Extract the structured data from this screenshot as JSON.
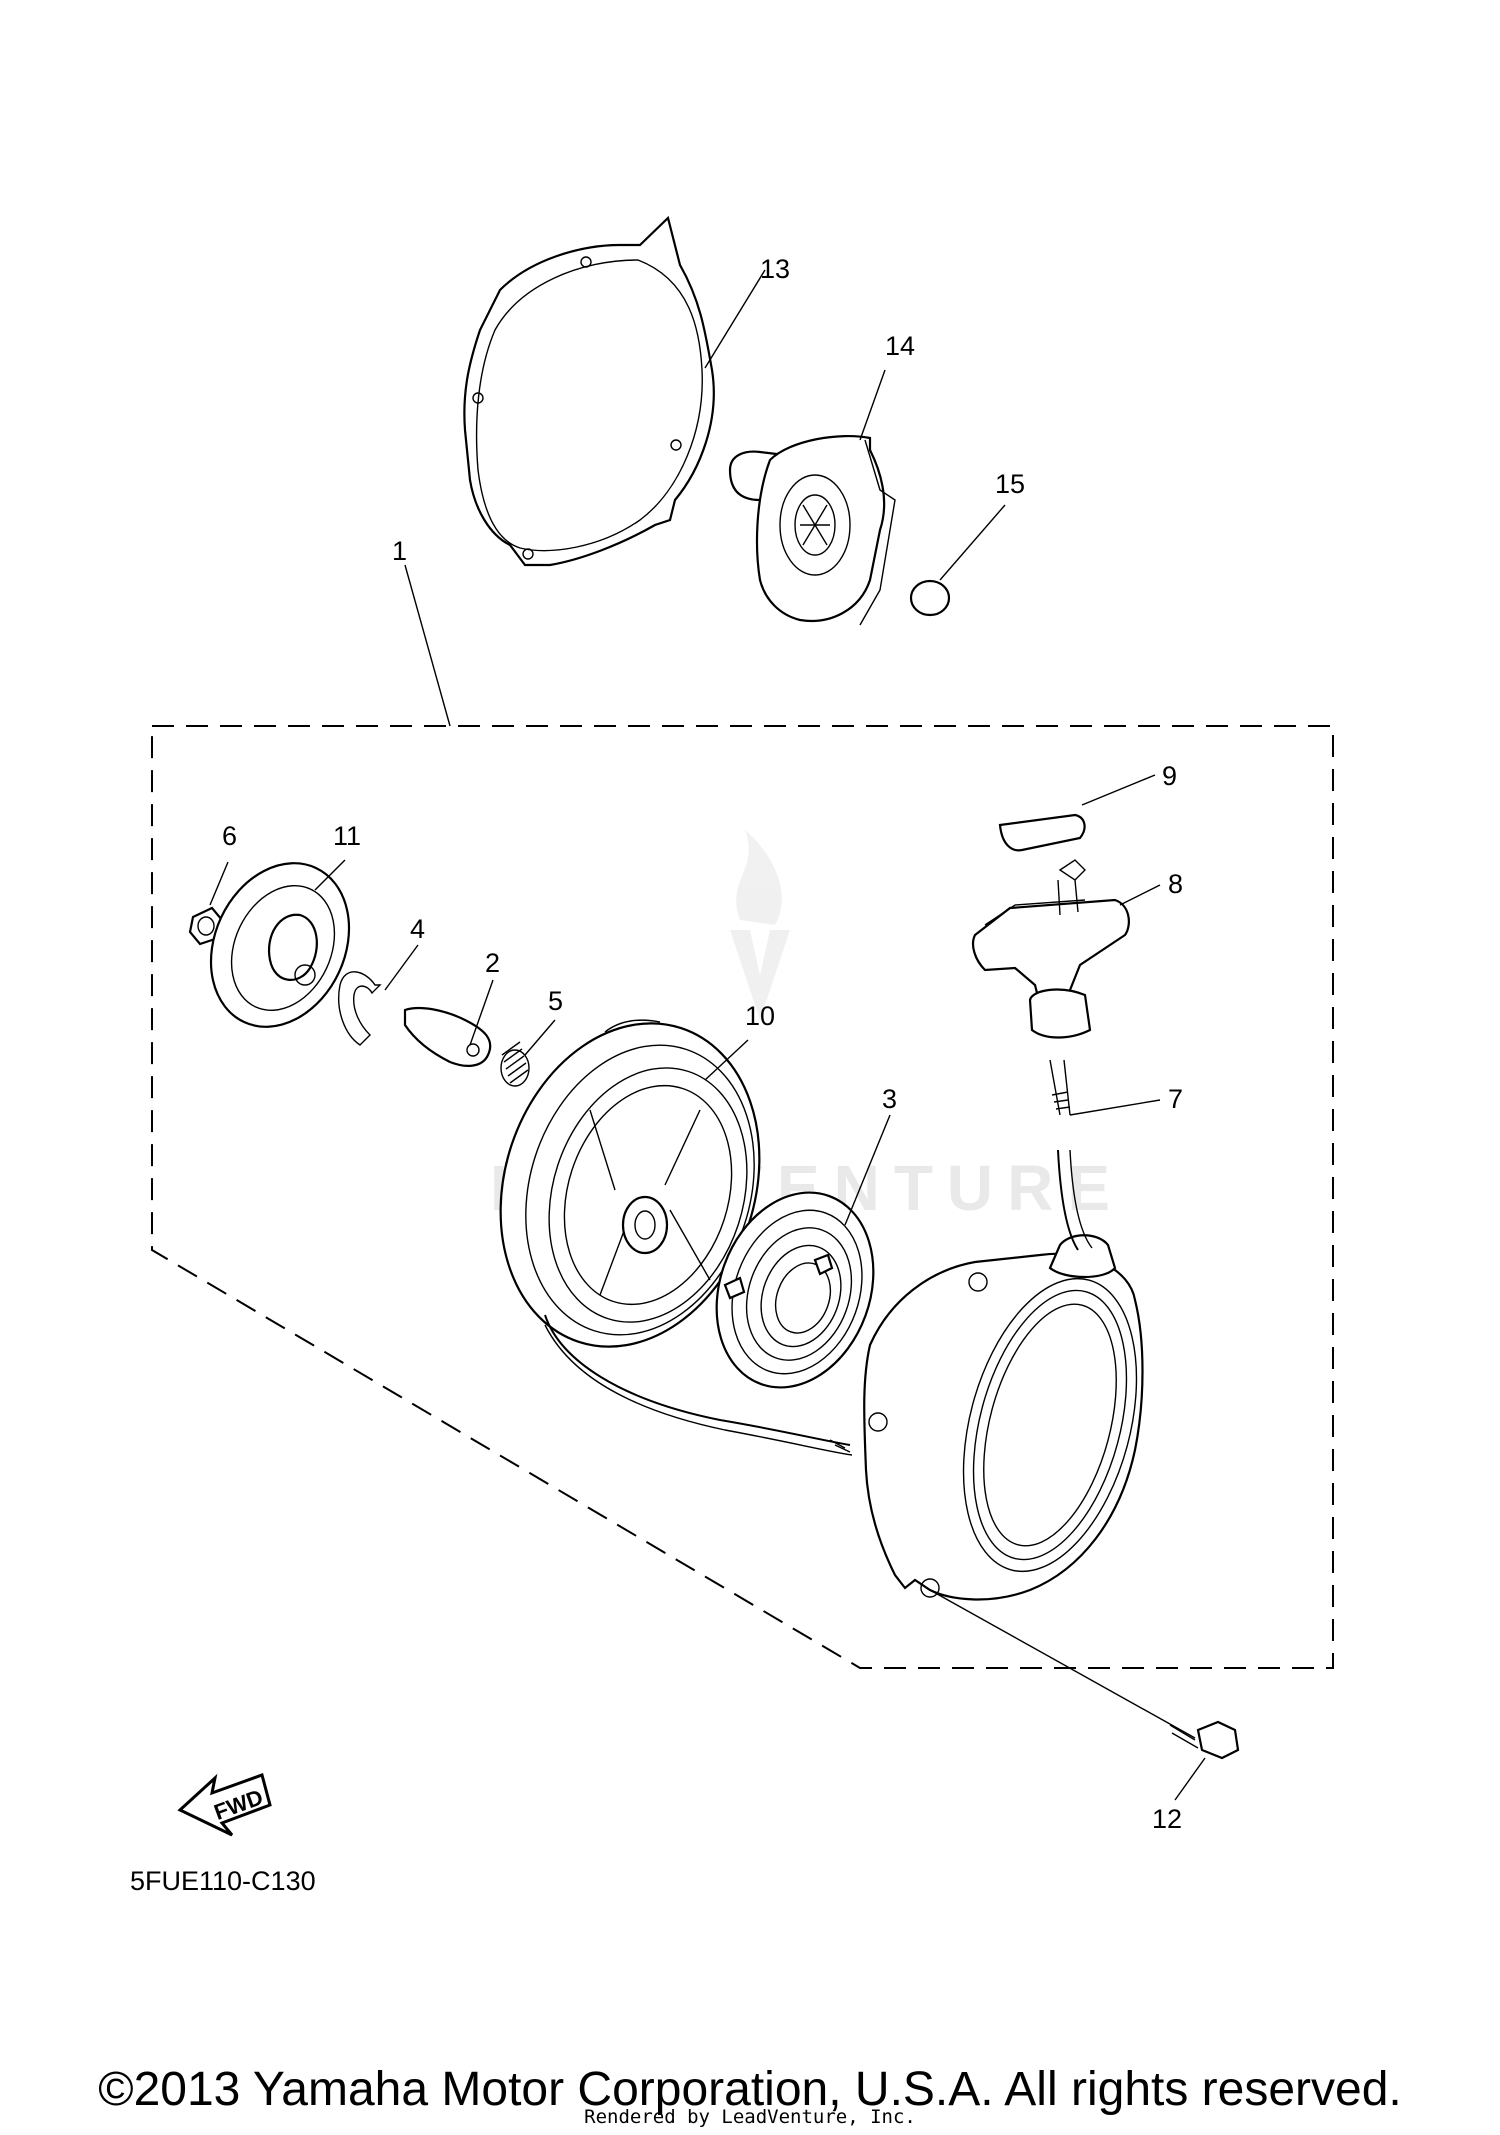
{
  "diagram": {
    "watermark": "LEADVENTURE",
    "callouts": [
      {
        "id": "1",
        "label": "1"
      },
      {
        "id": "2",
        "label": "2"
      },
      {
        "id": "3",
        "label": "3"
      },
      {
        "id": "4",
        "label": "4"
      },
      {
        "id": "5",
        "label": "5"
      },
      {
        "id": "6",
        "label": "6"
      },
      {
        "id": "7",
        "label": "7"
      },
      {
        "id": "8",
        "label": "8"
      },
      {
        "id": "9",
        "label": "9"
      },
      {
        "id": "10",
        "label": "10"
      },
      {
        "id": "11",
        "label": "11"
      },
      {
        "id": "12",
        "label": "12"
      },
      {
        "id": "13",
        "label": "13"
      },
      {
        "id": "14",
        "label": "14"
      },
      {
        "id": "15",
        "label": "15"
      }
    ],
    "fwd_label": "FWD",
    "diagram_code": "5FUE110-C130"
  },
  "footer": {
    "copyright": "©2013 Yamaha Motor Corporation, U.S.A. All rights reserved.",
    "rendered_by": "Rendered by LeadVenture, Inc."
  }
}
